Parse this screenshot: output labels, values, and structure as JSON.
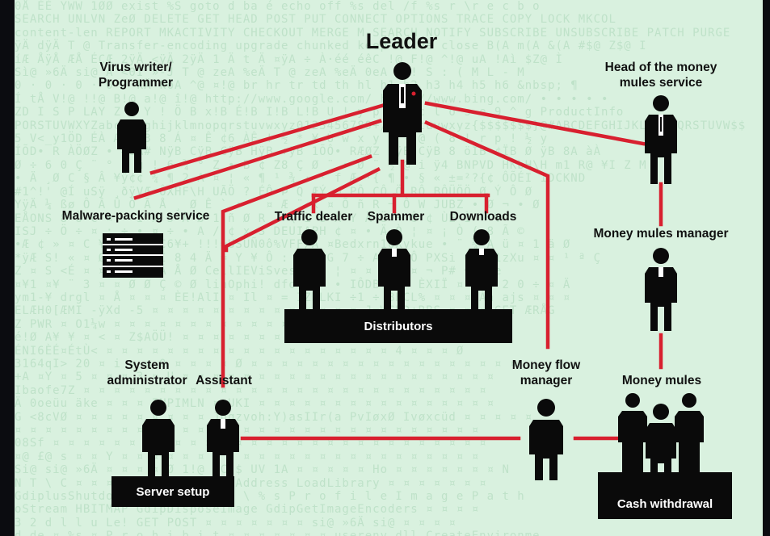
{
  "diagram": {
    "title": "Leader",
    "nodes": {
      "virus_writer": "Virus writer/\nProgrammer",
      "head_money_mules": "Head of the money\nmules service",
      "malware_packing": "Malware-packing service",
      "traffic_dealer": "Traffic dealer",
      "spammer": "Spammer",
      "downloads": "Downloads",
      "money_mules_manager": "Money mules manager",
      "system_admin": "System\nadministrator",
      "assistant": "Assistant",
      "money_flow_manager": "Money flow\nmanager",
      "money_mules": "Money mules"
    },
    "groups": {
      "distributors": "Distributors",
      "server_setup": "Server setup",
      "cash_withdrawal": "Cash withdrawal"
    }
  },
  "background_code": [
    "0Å ÈÈ YWW 1ØØ exist %S goto d ba é echo off %s del /f %s r \\r e c b o",
    "SEARCH UNLVN ZeØ DELETE GET HEAD POST PUT CONNECT OPTIONS TRACE COPY LOCK MKCOL",
    "content-len REPORT MKACTIVITY CHECKOUT MERGE M-SEARCH NOTIFY SUBSCRIBE UNSUBSCRIBE PATCH PURGE",
    "ÿÄ dÿÄ T @ Transfer-encoding upgrade chunked keep-alive close B(A m(A &(A #$@ Z$@ I",
    "íÆ ÅÿÅ ÆÅ ÉÇÆ 2ÿÄ <ÿÄ 2ÿÄ 1 Ä t Ä ¤ÿA ÷ À·éé éêC !@ F!@ ^!@ uA !Aì $Z@ Ì",
    "Sì@ »6Ä si@ A <0I »-J T @ zeA %eÄ T @ zeA %eÄ 0eA ! ! S : ( M L - M",
    "0 · 0 · 0 · 0 · kÄ kóA ^@ ¤!@ br hr tr td th hl h1 h2 h3 h4 h5 h6 &nbsp; ¶",
    "Í tÅ V!@ !!@ B!@ a!@ î!@ http://www.google.com/ http://www.bing.com/ • • • • •",
    "ZD I S P LAY Z A Y ! Ö B x!B É!B I!B L!B U ! y p log c l o s e 9 ^ g ProductInfo",
    "PORSTUVWXYZabcdefghijklmnopqrstuvwxyz0123456789+/ nrstuvwxyz{$$$$$$$}@#ABCDEFGHIJKLMNOPQRSTUVW$$",
    "5 V<_y1ÖD ÉÀ Æ ( 3 8 Á ¤ Ê ¢6 ÀÊ ! ½ * ¥ Ù w x y z - @ ( 8 ! r p ! ½ y",
    "ÍÕD• R ÀÖØZ • #èA# NÿB CÿB CÿB HÿB ÷ÿB 1ÕÔ• RÆØZ NÿB CÿB 8 öÏB ¢ÏB Ø ÿB 8A àÀ",
    "Ø ÷ 6 0 Ç ¨ ° 8 ú ! 6 ¾ ° Z • B ¢ Z8 Ç Ø ¨ • Ø ¨ ½ @ i ÿ4 BNPVD HKbH\\H m1 R@ ¥I Z M",
    "• Ä ¸Ø C § Â ¥ÿ¢¢ ¾ ¶ 2 A ¤ ¦ « ¶ ¹ ¾ · ¹ f Æ ·{ ¶ • § « ±=²?{¢ ÔÕÉI IDCKND",
    "#1^!' @Í uSÿ ¸ðÿVÆ ÔXHF\\H UÃÖ ? ÉÔ Þ Q ÆÝ ¬ PÔ CÔ Ö RÔ BÔÜÖÖ Ø Ý Ô Ø",
    "YÿÄ ¼ ßø Ô Â Û Ô Ã Å ¸ Ø Ê ` • ` ¤ Æ ¨ x ¤ Õ ñ R ¬ Ô W JUBZ • Ø ¬ • Ø",
    "EÅONS 8 Ù c ¤ · I x 5 À Ø 1 ñ Ø R ` \\ ì 8 X Y Ä Ü ¬ Ô ¢ ÙÊ Ì ¹ ¥",
    "ISJ ÷ Ö ÷ ¤ ; ÷ • ¤ ÷ • A / ¢ x S DEUIAPH ¢ ¤ • Ä Ò ¦ ¤ ¡ Ò ( 8 Ã ©",
    "•Æ ¢ » ¤ C ¥ • ô O0C6¥+ !!!=USUÑ0ô%VFF/A ¤Bedxrn10Xvkue • ¨ ¼ A ü ¤ 1 ä Ø",
    "*ÿÆ S! « ¤ Ø C ¤ ¤ Í 8 4 Ä = Y ¥ Ô : ¤ 8 G 7 ÷ A ; ÆÔ PXSi CNYN1zXu ¤ ¤ ¹ ª Ç",
    "Z ¤ S <É ¤ ¤ ¤ Â Ã Ä Å Ø CellIEViSvesÔCÈe ¦ ¤ ¤ ¤ A ¤ ¬ P# ¬ 1 e",
    "¤¥1 ¤¥ ¨ 3 ¤ ¤ Ø Ø Ç © Ø linOphi! dfovE ¤ • IÔDB ¤ ¤ ÈXIÏ ¤ ¤ C 2 0 ÷ ¤ Ä",
    "ym1-¥ drgl ¤ Å ¤ ¤ ¤ ÈE!AlI ¤ Il ¤ = IZNLKI ÷1 ÷ BHCL% ¤ ¤ ¤ Àa ajs ¤ ¤ ¤",
    "ELÆH0[ÆMI -ÿXd -5 ¤ ¤ ¤ ¤ ¤ ¤ ¤ ¤ ¤ ¤ ¤ ¤ ¤ ¤ J=WCDD+RBS ¤ ¤ ¤ GET ÆRÅG",
    "Z PWR ¤ O1¼w ¤ ¤ ¤ ¤ ¤ ¤ ¤ ¤ ¤ ¤ ¤ ¤ ¤ ¤ ¤ ¤ ¤ ¤ ¤ ¤ ¤ ¤ ¤ ¤ ¤ ¤",
    "é!Ø A¥ ¥ ¤ < ¤ Z$AÖÜ! ¤ ¤ ¤ ¤ ¤ ¤ ¤ ¤ ¤ ¤ ¤ ¤ hjV d ¤ ¤ ¤ ¤ ¤",
    "ÉNI6ÈÉ¤ÉtÙ< ¤ ¤ ¤ ¤ ¤ ¤ ¤ ¤ ¤ ¤ ¤ ¤ ¤ ¤ ¤ ¤ ¤ ¤ ¤ 4 ¤ ¤ ¤ Ø",
    "3164qI> 20 ¤ i ¤ ¤ 0 ¤ ¤ ¤ ¤ Ø ¤ ¤ ¤ ¤ ¤ ¤ ¤ ¤ ¤ ¤ ¤ ¤ ¤ ¤ ¤ ¤ ¤ ¤",
    "+A ¤Y ¤ 5 ¤ ¤ ¤ 3 ¤ U ¤ ¤ ¤ ¤ ¤ ¤ ¤ ¤ ¤ ¤ ¤ ¤ ¤ ¤ ¤ ¤ ¤ ¤ ¤ ¤ ¤",
    "Ibaofe7Z ¤ ¤ ¤ ¤ ¤ ¤ ¤ ¤ ¤ ¤ ¤ ¤ ¤ ¤ ¤ ¤ ¤ ¤ ¤ ¤ ¤ ¤ ¤ ¤ ¤ ¤ ¤",
    "Ä 0oeüu äke ¤ ¤ ¤ INPIMLN ¤ UKI ¤ ¤ ¤ ¤ ¤ ¤ ¤ ¤ ¤ ¤ ¤ ¤ ¤ ¤ ¤ ¤",
    "G <8cVØ ¤ ¤ ¤ ¤ ¤ ¤ ¤ ¤ ¤ Juqzvoh:Y)asIIr(a PvIøxØ Ivøxcüd ¤ ¤ ¤ ¤ ¤",
    "¤ ¤ ¤ ¤ ¤ ¤ ¤ ¤ ¤ ¤ ¤ ¤ ¤ ¤ ¤ ¤ ¤ ¤ ¤ ¤ ¤ ¤ ¤ ¤ ¤ ¤ ¤ ¤ ¤ ¤ ¤",
    "08Sf ¤ ¤ ¤ ¤ ¤ ¤ ¤ ¤ ¤ ¤ ¤ ¤ ¤ ¤ ¤ ¤ ¤ ¤ ¤ ¤ ¤ ¤ ¤ ¤ ¤ ¤ ¤ ¤ ¤",
    "¤@ £@ s ¤ ¤ Y ¤ ¤ ¤ ¤ ¤ ¤ ¤ ¤ ¤ ¤ ¤ ¤ ¤ ¤ ¤ ¤ ¤ ¤ ¤ ¤ ¤ ¤ ¤ ¤",
    "Si@ si@ »6Ä ¤ ¤ ¤ ¤ Ø 1!@ SC\\$ UV 1A ¤ ¤ ¤ ¤ ¤ Ho ¤ ¤ ¤ ¤ ¤ ¤ ¤ N",
    "N T \\ C ¤ ¤ ¤ ¤ d a t GetProcAddress LoadLibrary ¤ ¤ ¤ ¤ ¤ ¤ ¤",
    "GdiplusShutdown \\ ProfileList \\ % s P r o f i l e I m a g e P a t h",
    "oStream HBITMAP GdipDisposeImage GdipGetImageEncoders ¤ ¤ ¤ ¤",
    "3 2 d l l u Le! GET POST ¤ ¤ ¤ ¤ ¤ ¤ ¤ si@ »6Ä si@ ¤ ¤ ¤ ¤",
    "d de ¤ %s ¤ P r o h i b i t ¤ ¤ ¤ ¤ ¤ ¤ ¤ userenv.dll CreateEnvironme"
  ]
}
